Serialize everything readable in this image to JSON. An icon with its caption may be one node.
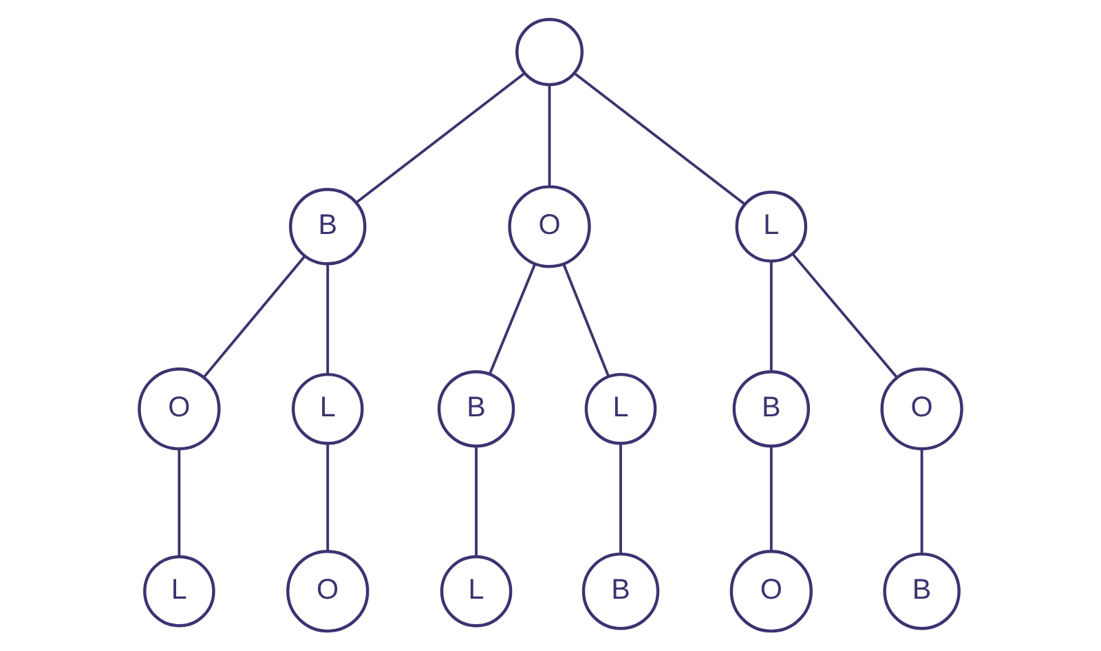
{
  "diagram": {
    "nodes": [
      {
        "text": [],
        "shape": "circle"
      },
      {
        "text": [
          "B"
        ]
      },
      {
        "text": [
          "O"
        ]
      },
      {
        "text": [
          "L"
        ]
      },
      {
        "text": [
          "O"
        ]
      },
      {
        "text": [
          "L"
        ]
      },
      {
        "text": [
          "B"
        ]
      },
      {
        "text": [
          "L"
        ]
      },
      {
        "text": [
          "B"
        ]
      },
      {
        "text": [
          "O"
        ]
      },
      {
        "text": [
          "L"
        ]
      },
      {
        "text": [
          "O"
        ]
      },
      {
        "text": [
          "L"
        ]
      },
      {
        "text": [
          "B"
        ]
      },
      {
        "text": [
          "O"
        ]
      },
      {
        "text": [
          "B"
        ]
      }
    ],
    "edges": [
      {
        "from": 0,
        "to": 1,
        "arrow": "none"
      },
      {
        "from": 0,
        "to": 2,
        "arrow": "none"
      },
      {
        "from": 0,
        "to": 3,
        "arrow": "none"
      },
      {
        "from": 1,
        "to": 4,
        "arrow": "none"
      },
      {
        "from": 1,
        "to": 5,
        "arrow": "none"
      },
      {
        "from": 2,
        "to": 6,
        "arrow": "none"
      },
      {
        "from": 2,
        "to": 7,
        "arrow": "none"
      },
      {
        "from": 3,
        "to": 8,
        "arrow": "none"
      },
      {
        "from": 3,
        "to": 9,
        "arrow": "none"
      },
      {
        "from": 4,
        "to": 10,
        "arrow": "none"
      },
      {
        "from": 5,
        "to": 11,
        "arrow": "none"
      },
      {
        "from": 6,
        "to": 12,
        "arrow": "none"
      },
      {
        "from": 7,
        "to": 13,
        "arrow": "none"
      },
      {
        "from": 8,
        "to": 14,
        "arrow": "none"
      },
      {
        "from": 9,
        "to": 15,
        "arrow": "none"
      }
    ]
  }
}
